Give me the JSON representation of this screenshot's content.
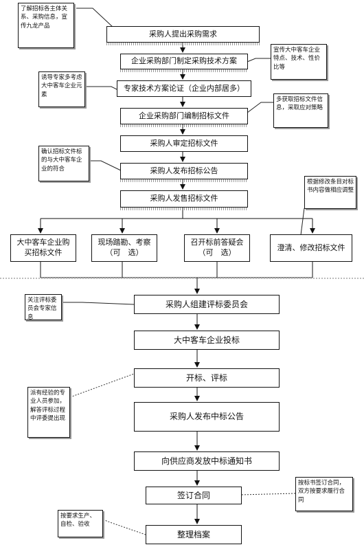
{
  "flow": {
    "s1": "采购人提出采购需求",
    "s2": "企业采购部门制定采购技术方案",
    "s3": "专家技术方案论证（企业内部居多）",
    "s4": "企业采购部门编制招标文件",
    "s5": "采购人审定招标文件",
    "s6": "采购人发布招标公告",
    "s7": "采购人发售招标文件",
    "b1": "大中客车企业购买招标文件",
    "b2": "现场踏勘、考察（可　选）",
    "b3": "召开标前答疑会（可　选）",
    "b4": "澄清、修改招标文件",
    "s8": "采购人组建评标委员会",
    "s9": "大中客车企业投标",
    "s10": "开标、评标",
    "s11": "采购人发布中标公告",
    "s12": "向供应商发放中标通知书",
    "s13": "签订合同",
    "s14": "整理档案"
  },
  "notes": {
    "n1": "了解招标各主体关系、采购信息，宣传九龙产品",
    "n2": "宣传大中客车企业特点、技术、性价比等",
    "n3": "诱导专家多考虑大中客车企业元素",
    "n4": "多获取招标文件信息，采取应对策略",
    "n5": "确认招标文件标的与大中客车企业的符合",
    "n6": "根据修改条目对标书内容做相应调整",
    "n7": "关注评标委员会专家信息",
    "n8": "派有经验的专业人员参加，解答评标过程中评委提出现",
    "n9": "按标书签订合同，双方按要求履行合同",
    "n10": "按要求生产、自检、验收"
  }
}
